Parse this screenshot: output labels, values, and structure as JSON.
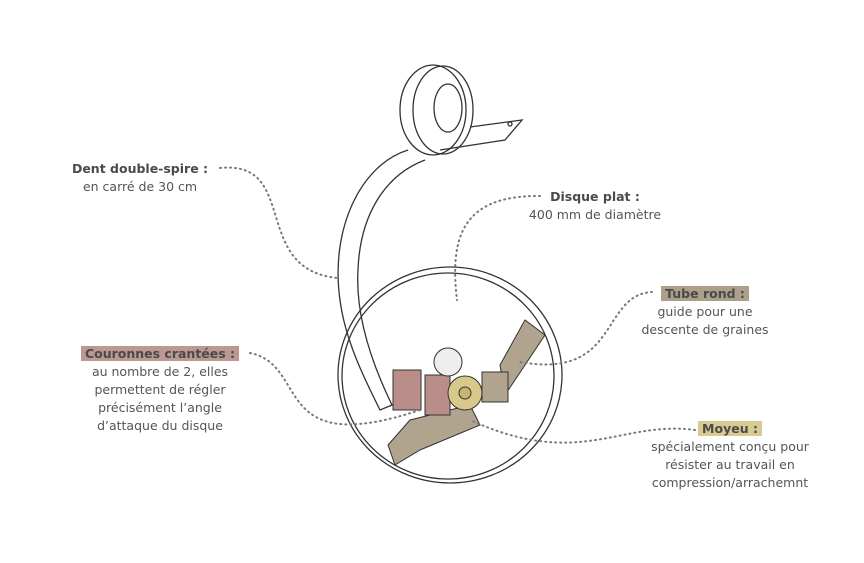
{
  "labels": {
    "dent": {
      "title": "Dent double-spire :",
      "desc": [
        "en carré de 30 cm"
      ]
    },
    "disque": {
      "title": "Disque plat :",
      "desc": [
        "400 mm de diamètre"
      ]
    },
    "tube": {
      "title": "Tube rond :",
      "desc": [
        "guide pour une",
        "descente de graines"
      ],
      "color": "#ada08b"
    },
    "couronnes": {
      "title": "Couronnes crantées :",
      "desc": [
        "au nombre de 2, elles",
        "permettent de régler",
        "précisément l’angle",
        "d’attaque du disque"
      ],
      "color": "#bb9891"
    },
    "moyeu": {
      "title": "Moyeu :",
      "desc": [
        "spécialement conçu pour",
        "résister au travail en",
        "compression/arrachemnt"
      ],
      "color": "#d7ca92"
    }
  }
}
